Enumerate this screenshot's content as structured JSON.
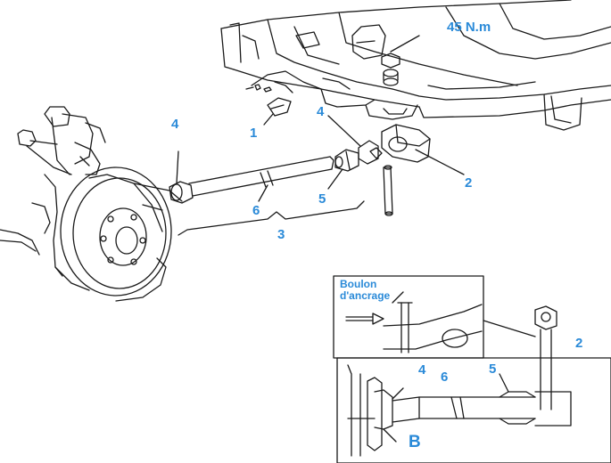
{
  "labels": {
    "torque": "45 N.m",
    "callout_1": "1",
    "callout_2": "2",
    "callout_3": "3",
    "callout_4_main": "4",
    "callout_4_right": "4",
    "callout_5_main": "5",
    "callout_6_main": "6",
    "inset_top_line1": "Boulon",
    "inset_top_line2": "d'ancrage",
    "inset_callout_2": "2",
    "inset_callout_4": "4",
    "inset_callout_5": "5",
    "inset_callout_6": "6",
    "inset_callout_b": "B"
  },
  "colors": {
    "label": "#2a8ad8",
    "line": "#1a1a1a",
    "background": "#ffffff"
  }
}
